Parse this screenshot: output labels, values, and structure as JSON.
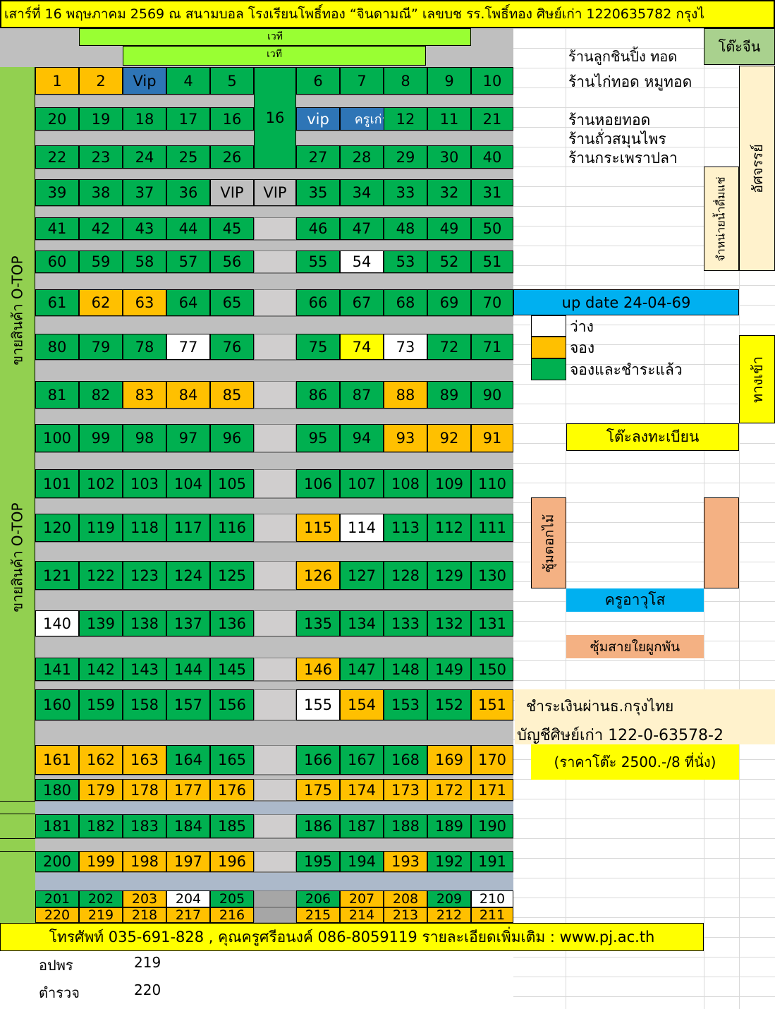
{
  "header_text": "เสาร์ที่ 16 พฤษภาคม  2569 ณ สนามบอล โรงเรียนโพธิ์ทอง “จินดามณี” เลขบช รร.โพธิ์ทอง ศิษย์เก่า 1220635782 กรุงไ",
  "stage_label_1": "เวที",
  "stage_label_2": "เวที",
  "side_banner_1": "ขายสินค้า O-TOP",
  "side_banner_2": "ขายสินค้า O-TOP",
  "chinese_table": "โต๊ะจีน",
  "vendors": [
    "ร้านลูกชินปิ้ง ทอด",
    "ร้านไก่ทอด หมูทอด",
    "ร้านหอยทอด",
    "ร้านถั่วสมุนไพร",
    "ร้านกระเพราปลา"
  ],
  "drink_seller": "จำหน่ายน้ำดื่มแช่",
  "amazing": "อัศจรรย์",
  "update_label": "up date 24-04-69",
  "legend": [
    {
      "label": "ว่าง",
      "color": "#ffffff"
    },
    {
      "label": "จอง",
      "color": "#ffc000"
    },
    {
      "label": "จองและชำระแล้ว",
      "color": "#00b050"
    }
  ],
  "entrance": "ทางเข้า",
  "registration": "โต๊ะลงทะเบียน",
  "flower_booth": "ซุ้มดอกไม้",
  "teacher_senior": "ครูอาวุโส",
  "bond_booth": "ซุ้มสายใยผูกพัน",
  "payment": {
    "line1": "ชำระเงินผ่านธ.กรุงไทย",
    "line2": "บัญชีศิษย์เก่า 122-0-63578-2",
    "line3": "(ราคาโต๊ะ 2500.-/8 ที่นั่ง)"
  },
  "footer_text": "โทรศัพท์ 035-691-828 , คุณครูศรีอนงค์ 086-8059119 รายละเอียดเพิ่มเติม : www.pj.ac.th",
  "extra_rows": [
    {
      "name": "อปพร",
      "value": "219"
    },
    {
      "name": "ตำรวจ",
      "value": "220"
    }
  ],
  "colors": {
    "booked_paid": "#00b050",
    "booked": "#ffc000",
    "free": "#ffffff",
    "walkway": "#bfbfbf",
    "vip_blue": "#2e75b6",
    "lime": "#92d050",
    "stage": "#99ff33",
    "highlight": "#ffff00",
    "sky": "#00b0f0",
    "peach": "#f4b183",
    "cream": "#fff2cc",
    "sage": "#a9d18e"
  },
  "tables": [
    {
      "label": "1",
      "status": "booked"
    },
    {
      "label": "2",
      "status": "booked"
    },
    {
      "label": "Vip",
      "status": "vip"
    },
    {
      "label": "4",
      "status": "paid"
    },
    {
      "label": "5",
      "status": "paid"
    },
    {
      "label": "6",
      "status": "paid"
    },
    {
      "label": "7",
      "status": "paid"
    },
    {
      "label": "8",
      "status": "paid"
    },
    {
      "label": "9",
      "status": "paid"
    },
    {
      "label": "10",
      "status": "paid"
    },
    {
      "label": "VIP",
      "status": "vip"
    },
    {
      "label": "20",
      "status": "paid"
    },
    {
      "label": "19",
      "status": "paid"
    },
    {
      "label": "18",
      "status": "paid"
    },
    {
      "label": "17",
      "status": "paid"
    },
    {
      "label": "16",
      "status": "paid"
    },
    {
      "label": "vip",
      "status": "vip"
    },
    {
      "label": "ครูเก่า /กก",
      "status": "vip"
    },
    {
      "label": "12",
      "status": "paid"
    },
    {
      "label": "11",
      "status": "paid"
    },
    {
      "label": "21",
      "status": "paid"
    },
    {
      "label": "22",
      "status": "paid"
    },
    {
      "label": "23",
      "status": "paid"
    },
    {
      "label": "24",
      "status": "paid"
    },
    {
      "label": "25",
      "status": "paid"
    },
    {
      "label": "26",
      "status": "paid"
    },
    {
      "label": "27",
      "status": "paid"
    },
    {
      "label": "28",
      "status": "paid"
    },
    {
      "label": "29",
      "status": "paid"
    },
    {
      "label": "30",
      "status": "paid"
    },
    {
      "label": "40",
      "status": "paid"
    },
    {
      "label": "39",
      "status": "paid"
    },
    {
      "label": "38",
      "status": "paid"
    },
    {
      "label": "37",
      "status": "paid"
    },
    {
      "label": "36",
      "status": "paid"
    },
    {
      "label": "VIP",
      "status": "walk"
    },
    {
      "label": "35",
      "status": "paid"
    },
    {
      "label": "34",
      "status": "paid"
    },
    {
      "label": "33",
      "status": "paid"
    },
    {
      "label": "32",
      "status": "paid"
    },
    {
      "label": "31",
      "status": "paid"
    },
    {
      "label": "41",
      "status": "paid"
    },
    {
      "label": "42",
      "status": "paid"
    },
    {
      "label": "43",
      "status": "paid"
    },
    {
      "label": "44",
      "status": "paid"
    },
    {
      "label": "45",
      "status": "paid"
    },
    {
      "label": "46",
      "status": "paid"
    },
    {
      "label": "47",
      "status": "paid"
    },
    {
      "label": "48",
      "status": "paid"
    },
    {
      "label": "49",
      "status": "paid"
    },
    {
      "label": "50",
      "status": "paid"
    },
    {
      "label": "60",
      "status": "paid"
    },
    {
      "label": "59",
      "status": "paid"
    },
    {
      "label": "58",
      "status": "paid"
    },
    {
      "label": "57",
      "status": "paid"
    },
    {
      "label": "56",
      "status": "paid"
    },
    {
      "label": "55",
      "status": "paid"
    },
    {
      "label": "54",
      "status": "free"
    },
    {
      "label": "53",
      "status": "paid"
    },
    {
      "label": "52",
      "status": "paid"
    },
    {
      "label": "51",
      "status": "paid"
    },
    {
      "label": "61",
      "status": "paid"
    },
    {
      "label": "62",
      "status": "booked"
    },
    {
      "label": "63",
      "status": "booked"
    },
    {
      "label": "64",
      "status": "paid"
    },
    {
      "label": "65",
      "status": "paid"
    },
    {
      "label": "66",
      "status": "paid"
    },
    {
      "label": "67",
      "status": "paid"
    },
    {
      "label": "68",
      "status": "paid"
    },
    {
      "label": "69",
      "status": "paid"
    },
    {
      "label": "70",
      "status": "paid"
    },
    {
      "label": "80",
      "status": "paid"
    },
    {
      "label": "79",
      "status": "paid"
    },
    {
      "label": "78",
      "status": "paid"
    },
    {
      "label": "77",
      "status": "free"
    },
    {
      "label": "76",
      "status": "paid"
    },
    {
      "label": "75",
      "status": "paid"
    },
    {
      "label": "74",
      "status": "highlight"
    },
    {
      "label": "73",
      "status": "free"
    },
    {
      "label": "72",
      "status": "paid"
    },
    {
      "label": "71",
      "status": "paid"
    },
    {
      "label": "81",
      "status": "paid"
    },
    {
      "label": "82",
      "status": "paid"
    },
    {
      "label": "83",
      "status": "booked"
    },
    {
      "label": "84",
      "status": "booked"
    },
    {
      "label": "85",
      "status": "booked"
    },
    {
      "label": "86",
      "status": "paid"
    },
    {
      "label": "87",
      "status": "paid"
    },
    {
      "label": "88",
      "status": "booked"
    },
    {
      "label": "89",
      "status": "paid"
    },
    {
      "label": "90",
      "status": "paid"
    },
    {
      "label": "100",
      "status": "paid"
    },
    {
      "label": "99",
      "status": "paid"
    },
    {
      "label": "98",
      "status": "paid"
    },
    {
      "label": "97",
      "status": "paid"
    },
    {
      "label": "96",
      "status": "paid"
    },
    {
      "label": "95",
      "status": "paid"
    },
    {
      "label": "94",
      "status": "paid"
    },
    {
      "label": "93",
      "status": "booked"
    },
    {
      "label": "92",
      "status": "booked"
    },
    {
      "label": "91",
      "status": "booked"
    },
    {
      "label": "101",
      "status": "paid"
    },
    {
      "label": "102",
      "status": "paid"
    },
    {
      "label": "103",
      "status": "paid"
    },
    {
      "label": "104",
      "status": "paid"
    },
    {
      "label": "105",
      "status": "paid"
    },
    {
      "label": "106",
      "status": "paid"
    },
    {
      "label": "107",
      "status": "paid"
    },
    {
      "label": "108",
      "status": "paid"
    },
    {
      "label": "109",
      "status": "paid"
    },
    {
      "label": "110",
      "status": "paid"
    },
    {
      "label": "120",
      "status": "paid"
    },
    {
      "label": "119",
      "status": "paid"
    },
    {
      "label": "118",
      "status": "paid"
    },
    {
      "label": "117",
      "status": "paid"
    },
    {
      "label": "116",
      "status": "paid"
    },
    {
      "label": "115",
      "status": "booked"
    },
    {
      "label": "114",
      "status": "free"
    },
    {
      "label": "113",
      "status": "paid"
    },
    {
      "label": "112",
      "status": "paid"
    },
    {
      "label": "111",
      "status": "paid"
    },
    {
      "label": "121",
      "status": "paid"
    },
    {
      "label": "122",
      "status": "paid"
    },
    {
      "label": "123",
      "status": "paid"
    },
    {
      "label": "124",
      "status": "paid"
    },
    {
      "label": "125",
      "status": "paid"
    },
    {
      "label": "126",
      "status": "booked"
    },
    {
      "label": "127",
      "status": "paid"
    },
    {
      "label": "128",
      "status": "paid"
    },
    {
      "label": "129",
      "status": "paid"
    },
    {
      "label": "130",
      "status": "paid"
    },
    {
      "label": "140",
      "status": "free"
    },
    {
      "label": "139",
      "status": "paid"
    },
    {
      "label": "138",
      "status": "paid"
    },
    {
      "label": "137",
      "status": "paid"
    },
    {
      "label": "136",
      "status": "paid"
    },
    {
      "label": "135",
      "status": "paid"
    },
    {
      "label": "134",
      "status": "paid"
    },
    {
      "label": "133",
      "status": "paid"
    },
    {
      "label": "132",
      "status": "paid"
    },
    {
      "label": "131",
      "status": "paid"
    },
    {
      "label": "141",
      "status": "paid"
    },
    {
      "label": "142",
      "status": "paid"
    },
    {
      "label": "143",
      "status": "paid"
    },
    {
      "label": "144",
      "status": "paid"
    },
    {
      "label": "145",
      "status": "paid"
    },
    {
      "label": "146",
      "status": "booked"
    },
    {
      "label": "147",
      "status": "paid"
    },
    {
      "label": "148",
      "status": "paid"
    },
    {
      "label": "149",
      "status": "paid"
    },
    {
      "label": "150",
      "status": "paid"
    },
    {
      "label": "160",
      "status": "paid"
    },
    {
      "label": "159",
      "status": "paid"
    },
    {
      "label": "158",
      "status": "paid"
    },
    {
      "label": "157",
      "status": "paid"
    },
    {
      "label": "156",
      "status": "paid"
    },
    {
      "label": "155",
      "status": "free"
    },
    {
      "label": "154",
      "status": "booked"
    },
    {
      "label": "153",
      "status": "paid"
    },
    {
      "label": "152",
      "status": "paid"
    },
    {
      "label": "151",
      "status": "booked"
    },
    {
      "label": "161",
      "status": "booked"
    },
    {
      "label": "162",
      "status": "booked"
    },
    {
      "label": "163",
      "status": "booked"
    },
    {
      "label": "164",
      "status": "paid"
    },
    {
      "label": "165",
      "status": "paid"
    },
    {
      "label": "166",
      "status": "paid"
    },
    {
      "label": "167",
      "status": "paid"
    },
    {
      "label": "168",
      "status": "paid"
    },
    {
      "label": "169",
      "status": "booked"
    },
    {
      "label": "170",
      "status": "booked"
    },
    {
      "label": "180",
      "status": "paid"
    },
    {
      "label": "179",
      "status": "booked"
    },
    {
      "label": "178",
      "status": "booked"
    },
    {
      "label": "177",
      "status": "booked"
    },
    {
      "label": "176",
      "status": "booked"
    },
    {
      "label": "175",
      "status": "booked"
    },
    {
      "label": "174",
      "status": "booked"
    },
    {
      "label": "173",
      "status": "booked"
    },
    {
      "label": "172",
      "status": "booked"
    },
    {
      "label": "171",
      "status": "booked"
    },
    {
      "label": "181",
      "status": "paid"
    },
    {
      "label": "182",
      "status": "paid"
    },
    {
      "label": "183",
      "status": "paid"
    },
    {
      "label": "184",
      "status": "paid"
    },
    {
      "label": "185",
      "status": "paid"
    },
    {
      "label": "186",
      "status": "paid"
    },
    {
      "label": "187",
      "status": "paid"
    },
    {
      "label": "188",
      "status": "paid"
    },
    {
      "label": "189",
      "status": "paid"
    },
    {
      "label": "190",
      "status": "paid"
    },
    {
      "label": "200",
      "status": "paid"
    },
    {
      "label": "199",
      "status": "booked"
    },
    {
      "label": "198",
      "status": "booked"
    },
    {
      "label": "197",
      "status": "booked"
    },
    {
      "label": "196",
      "status": "booked"
    },
    {
      "label": "195",
      "status": "paid"
    },
    {
      "label": "194",
      "status": "paid"
    },
    {
      "label": "193",
      "status": "booked"
    },
    {
      "label": "192",
      "status": "paid"
    },
    {
      "label": "191",
      "status": "paid"
    },
    {
      "label": "201",
      "status": "paid"
    },
    {
      "label": "202",
      "status": "paid"
    },
    {
      "label": "203",
      "status": "booked"
    },
    {
      "label": "204",
      "status": "free"
    },
    {
      "label": "205",
      "status": "paid"
    },
    {
      "label": "206",
      "status": "paid"
    },
    {
      "label": "207",
      "status": "booked"
    },
    {
      "label": "208",
      "status": "booked"
    },
    {
      "label": "209",
      "status": "paid"
    },
    {
      "label": "210",
      "status": "free"
    },
    {
      "label": "220",
      "status": "booked"
    },
    {
      "label": "219",
      "status": "booked"
    },
    {
      "label": "218",
      "status": "booked"
    },
    {
      "label": "217",
      "status": "booked"
    },
    {
      "label": "216",
      "status": "booked"
    },
    {
      "label": "215",
      "status": "booked"
    },
    {
      "label": "214",
      "status": "booked"
    },
    {
      "label": "213",
      "status": "booked"
    },
    {
      "label": "212",
      "status": "booked"
    },
    {
      "label": "211",
      "status": "booked"
    }
  ]
}
